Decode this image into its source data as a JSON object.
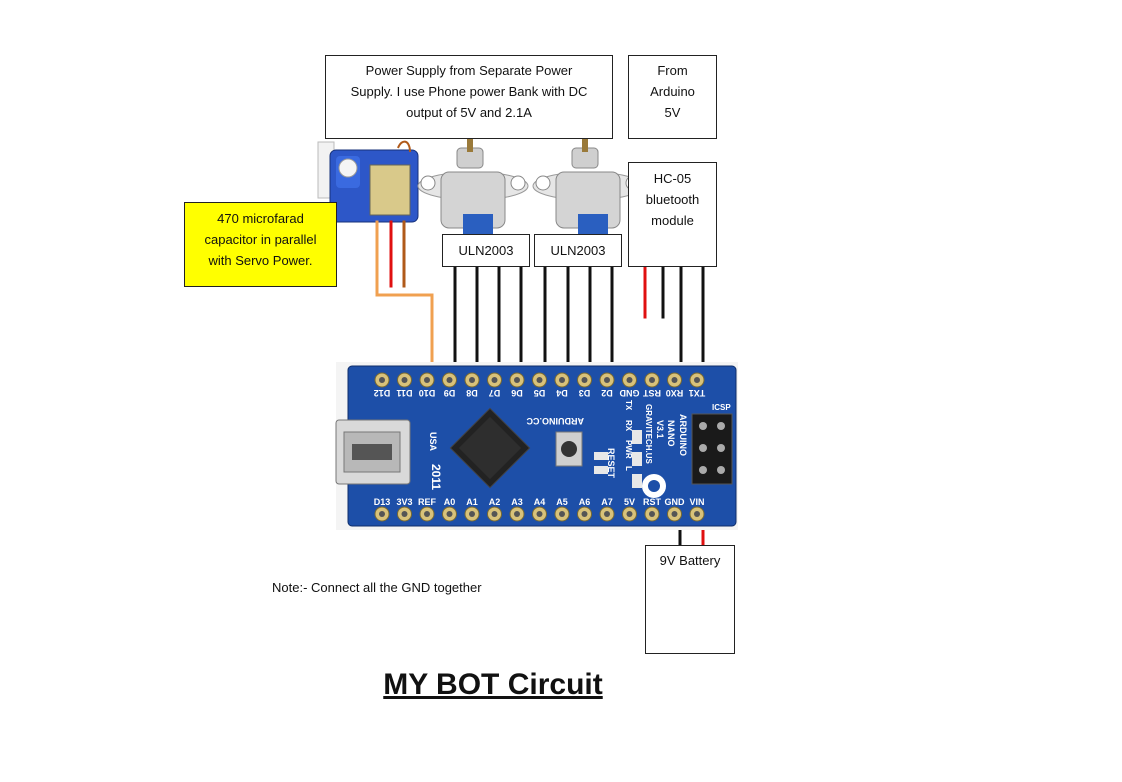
{
  "power_supply_box": {
    "lines": [
      "Power Supply from Separate Power",
      "Supply. I use Phone power Bank with DC",
      "output  of 5V and 2.1A"
    ]
  },
  "arduino_5v_box": {
    "lines": [
      "From",
      "Arduino",
      "5V"
    ]
  },
  "bluetooth_box": {
    "lines": [
      "HC-05",
      "bluetooth",
      "module"
    ]
  },
  "capacitor_box": {
    "lines": [
      "470  microfarad",
      "capacitor  in parallel",
      "with Servo Power."
    ],
    "bg_color": "#ffff00"
  },
  "driver_labels": [
    "ULN2003",
    "ULN2003"
  ],
  "battery_box": {
    "label": "9V Battery"
  },
  "note": "Note:- Connect all the GND together",
  "title": "MY BOT Circuit",
  "board": {
    "top_pins": [
      "D12",
      "D11",
      "D10",
      "D9",
      "D8",
      "D7",
      "D6",
      "D5",
      "D4",
      "D3",
      "D2",
      "GND",
      "RST",
      "RX0",
      "TX1"
    ],
    "bottom_pins": [
      "D13",
      "3V3",
      "REF",
      "A0",
      "A1",
      "A2",
      "A3",
      "A4",
      "A5",
      "A6",
      "A7",
      "5V",
      "RST",
      "GND",
      "VIN"
    ],
    "silkscreen": [
      "ARDUINO",
      "NANO",
      "V3.1",
      "GRAVITECH.US",
      "ARDUINO.CC",
      "RESET",
      "USA",
      "2011",
      "TX",
      "RX",
      "PWR",
      "L",
      "ICSP"
    ],
    "pcb_color": "#1d4fa8"
  },
  "wire_colors": {
    "black": "#111111",
    "red": "#e01010",
    "orange": "#f0a050",
    "brown": "#b05a1a"
  }
}
